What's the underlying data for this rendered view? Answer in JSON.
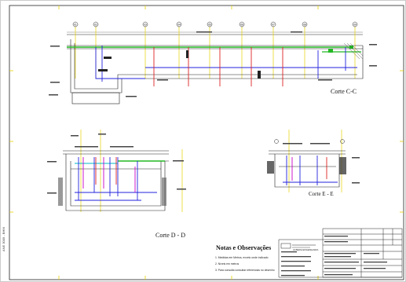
{
  "sections": {
    "cc_label": "Corte C-C",
    "dd_label": "Corte D - D",
    "ee_label": "Corte E - E"
  },
  "notes": {
    "title": "Notas e Observações",
    "items": [
      "1. Medidas em Metros, exceto onde indicado",
      "2. Níveis em metros",
      "3. Para consulta consultar referencias no desenho"
    ]
  },
  "axes": {
    "cc_markers": [
      "01",
      "02",
      "03",
      "04",
      "05",
      "06",
      "07",
      "08",
      "09"
    ]
  },
  "sidebar": {
    "text": "ANE 3009 - BHM"
  },
  "title_block": {
    "company": "ALBERA ENGENHARIA"
  },
  "colors": {
    "grid_yellow": "#e6d200",
    "pipe_blue": "#2222dd",
    "green": "#22b822",
    "red": "#dd2222",
    "magenta": "#c800c8",
    "cyan": "#00b8c8",
    "ink": "#111111"
  }
}
